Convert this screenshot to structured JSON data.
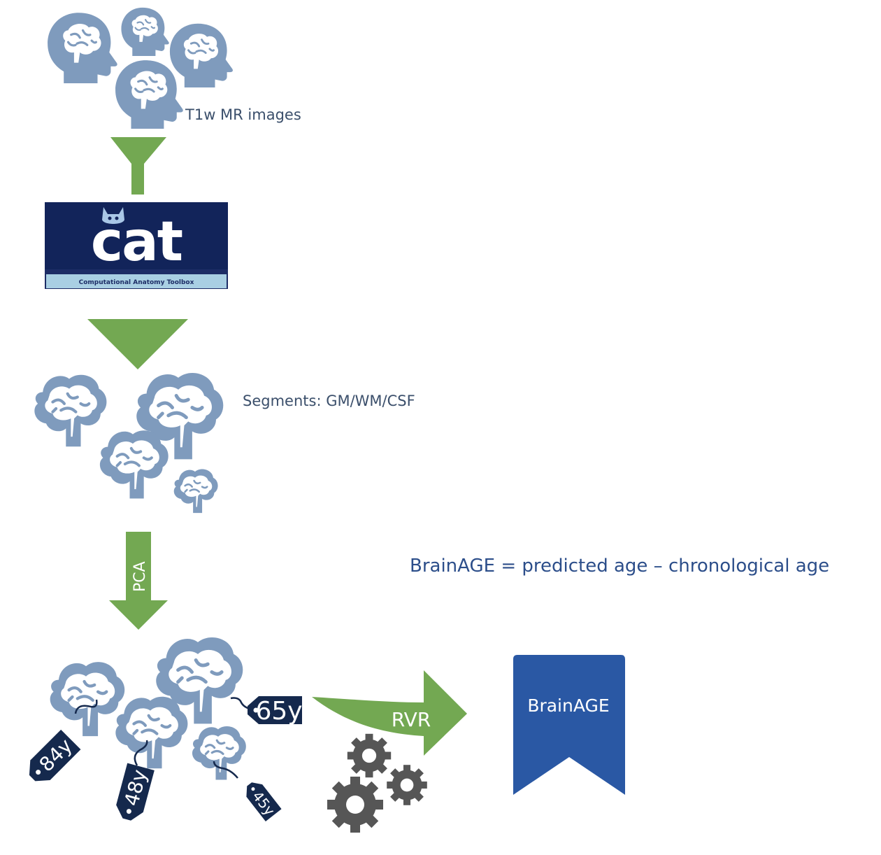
{
  "labels": {
    "t1w": "T1w MR images",
    "segments": "Segments: GM/WM/CSF",
    "formula": "BrainAGE = predicted age – chronological age"
  },
  "cat_logo": {
    "word": "cat",
    "subtitle": "Computational Anatomy Toolbox"
  },
  "arrows": {
    "pca": "PCA",
    "rvr": "RVR"
  },
  "age_tags": [
    "84y",
    "48y",
    "45y",
    "65y"
  ],
  "output_banner": "BrainAGE",
  "colors": {
    "head": "#7f9bbd",
    "brain": "#7f9bbd",
    "arrow": "#73a852",
    "tag": "#15294d",
    "banner": "#2a58a4",
    "gear": "#565656",
    "text": "#3b4f6b"
  },
  "icons": [
    "head-brain-icon",
    "brain-icon",
    "funnel-icon",
    "chevron-down-icon",
    "gear-icon",
    "bookmark-icon"
  ]
}
